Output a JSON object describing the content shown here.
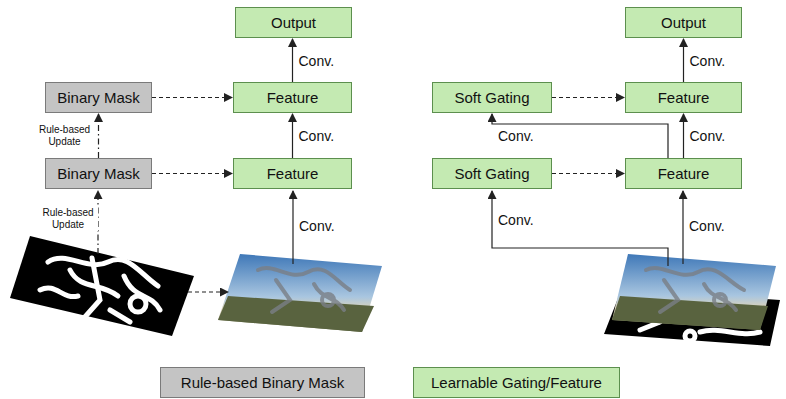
{
  "diagram": {
    "nodes": [
      {
        "text": [
          "Output"
        ]
      },
      {
        "text": [
          "Binary Mask"
        ]
      },
      {
        "text": [
          "Feature"
        ]
      },
      {
        "text": [
          "Binary Mask"
        ]
      },
      {
        "text": [
          "Feature"
        ]
      },
      {
        "text": [
          "Output"
        ]
      },
      {
        "text": [
          "Soft Gating"
        ]
      },
      {
        "text": [
          "Feature"
        ]
      },
      {
        "text": [
          "Soft Gating"
        ]
      },
      {
        "text": [
          "Feature"
        ]
      }
    ],
    "edges": [
      {
        "from": 4,
        "to": 2,
        "arrow": "to",
        "label": "Conv."
      },
      {
        "from": 2,
        "to": 0,
        "arrow": "to",
        "label": "Conv."
      },
      {
        "from": 3,
        "to": 1,
        "arrow": "to",
        "label": "Rule-based Update"
      },
      {
        "from": 1,
        "to": 2,
        "arrow": "to"
      },
      {
        "from": 3,
        "to": 4,
        "arrow": "to"
      },
      {
        "from": 9,
        "to": 7,
        "arrow": "to",
        "label": "Conv."
      },
      {
        "from": 7,
        "to": 5,
        "arrow": "to",
        "label": "Conv."
      },
      {
        "from": 9,
        "to": 6,
        "arrow": "to",
        "label": "Conv."
      },
      {
        "from": 6,
        "to": 7,
        "arrow": "to"
      },
      {
        "from": 8,
        "to": 9,
        "arrow": "to"
      }
    ],
    "labels": [
      "Rule-based Update",
      "Conv.",
      "Conv.",
      "Conv."
    ],
    "legend": [
      {
        "text": "Rule-based Binary Mask",
        "color": "#c4c4c4"
      },
      {
        "text": "Learnable Gating/Feature",
        "color": "#c4eab2"
      }
    ]
  }
}
